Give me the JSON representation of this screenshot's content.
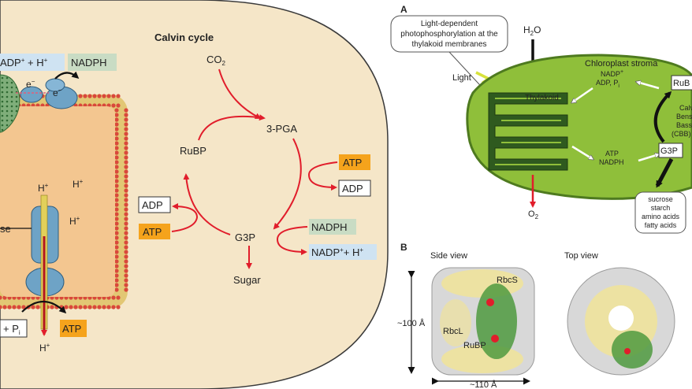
{
  "left_panel": {
    "title": "Calvin cycle",
    "co2": "CO",
    "co2_sub": "2",
    "pga": "3-PGA",
    "rubp": "RuBP",
    "g3p": "G3P",
    "sugar": "Sugar",
    "atp_right": "ATP",
    "adp_right": "ADP",
    "adp_left": "ADP",
    "atp_left": "ATP",
    "nadph_cycle": "NADPH",
    "nadp_cycle": "NADP",
    "nadp_cycle_tail": "+ H",
    "nadph_top": "NADPH",
    "nadp_top": "ADP",
    "nadp_top_tail": " + H",
    "e_label_1": "e",
    "e_label_2": "e",
    "h_inner_1": "H",
    "h_inner_2": "H",
    "h_channel": "H",
    "h_bottom": "H",
    "atp_synthase_partial": "se",
    "pi_partial": "+ P",
    "pi_sub": "i",
    "atp_bottom": "ATP",
    "plus": "+",
    "colors": {
      "stroma": "#f5e6c8",
      "lumen": "#f3c690",
      "membrane_bead": "#d9483b",
      "membrane_tail": "#e2c774",
      "arrow_red": "#e11d2b",
      "atp_orange": "#f5a31c",
      "nadph_green": "#c9dcc4",
      "nadp_blue": "#cfe3f2",
      "enzyme_blue": "#6ea3c6"
    }
  },
  "panel_a": {
    "label": "A",
    "callout": [
      "Light-dependent",
      "photophosphorylation at the",
      "thylakoid membranes"
    ],
    "h2o": "H",
    "h2o_sub": "2",
    "h2o_tail": "O",
    "light": "Light",
    "stroma": "Chloroplast stroma",
    "thylakoid": "Thylakoid",
    "nadp_line1": "NADP",
    "nadp_line2": "ADP, P",
    "nadp_line2_sub": "i",
    "atp_line1": "ATP",
    "atp_line2": "NADPH",
    "o2": "O",
    "o2_sub": "2",
    "rubp_box": "RuB",
    "g3p_box": "G3P",
    "cycle_side": [
      "Calv",
      "Bens",
      "Bass",
      "(CBB)"
    ],
    "products": [
      "sucrose",
      "starch",
      "amino acids",
      "fatty acids"
    ],
    "colors": {
      "chloroplast": "#8fbf3a",
      "chloroplast_edge": "#4e7a1f",
      "thylakoid": "#2f5a1f",
      "light": "#d8e23c",
      "o2": "#e11d2b"
    }
  },
  "panel_b": {
    "label": "B",
    "side_view": "Side view",
    "top_view": "Top view",
    "rbcs": "RbcS",
    "rbcl": "RbcL",
    "rubp": "RuBP",
    "height": "~100 Å",
    "width": "~110 Å",
    "colors": {
      "yellow": "#efe39c",
      "green": "#4f9a3f",
      "grey": "#cfcfcf",
      "red": "#e11d2b"
    }
  }
}
